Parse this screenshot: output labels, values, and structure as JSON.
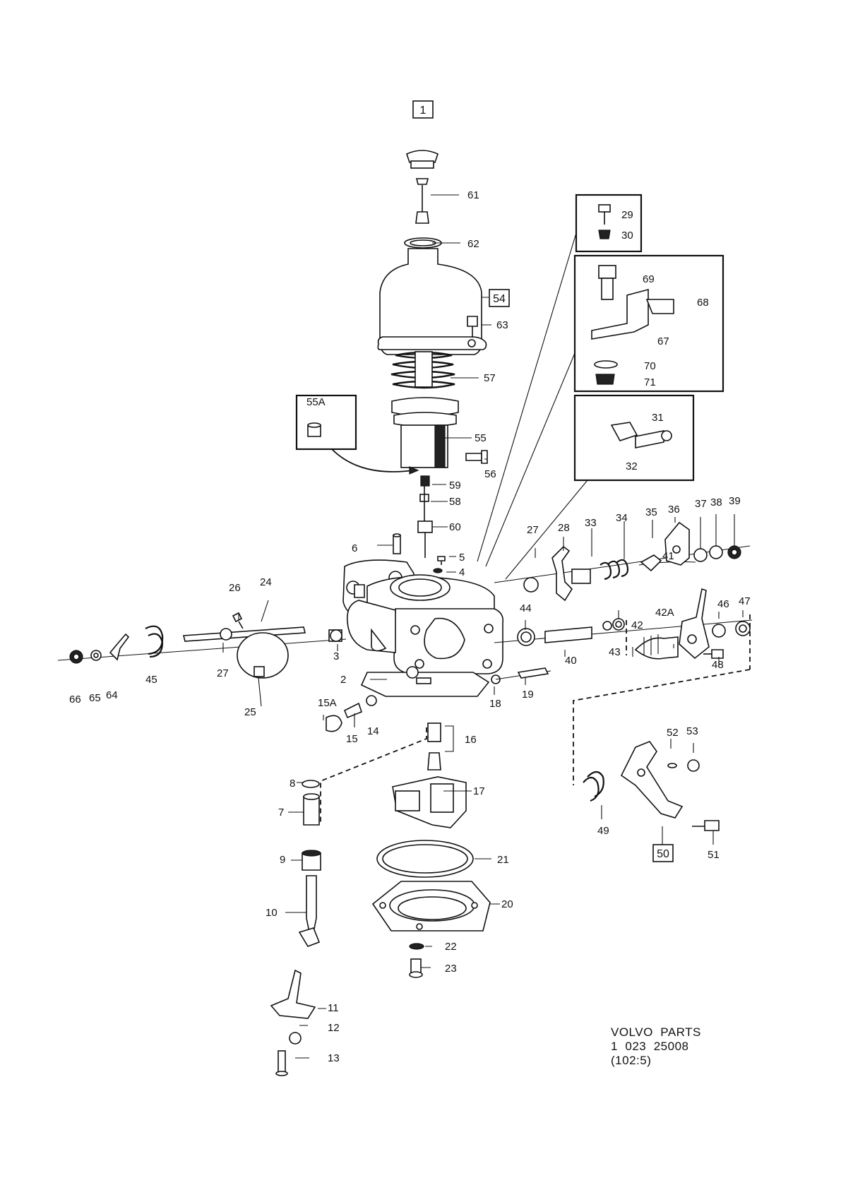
{
  "diagram": {
    "boxed_labels": {
      "main": "1",
      "cover": "54",
      "lever_assembly": "50"
    },
    "inset_labels": {
      "inset_a": [
        "29",
        "30"
      ],
      "inset_b": [
        "69",
        "68",
        "67",
        "70",
        "71"
      ],
      "inset_c": [
        "31",
        "32"
      ],
      "inset_d": [
        "55A"
      ]
    },
    "labels": {
      "l61": "61",
      "l62": "62",
      "l63": "63",
      "l57": "57",
      "l55": "55",
      "l56": "56",
      "l59": "59",
      "l58": "58",
      "l60": "60",
      "l6": "6",
      "l5": "5",
      "l4": "4",
      "l3": "3",
      "l2": "2",
      "l26": "26",
      "l24": "24",
      "l27a": "27",
      "l25": "25",
      "l45": "45",
      "l64": "64",
      "l65": "65",
      "l66": "66",
      "l15A": "15A",
      "l15": "15",
      "l14": "14",
      "l18": "18",
      "l19": "19",
      "l16": "16",
      "l17": "17",
      "l8": "8",
      "l7": "7",
      "l9": "9",
      "l10": "10",
      "l11": "11",
      "l12": "12",
      "l13": "13",
      "l21": "21",
      "l20": "20",
      "l22": "22",
      "l23": "23",
      "l27b": "27",
      "l28": "28",
      "l33": "33",
      "l34": "34",
      "l35": "35",
      "l36": "36",
      "l37": "37",
      "l38": "38",
      "l39": "39",
      "l41": "41",
      "l44": "44",
      "l40": "40",
      "l43": "43",
      "l42": "42",
      "l42A": "42A",
      "l46": "46",
      "l47": "47",
      "l48": "48",
      "l52": "52",
      "l53": "53",
      "l49": "49",
      "l51": "51"
    }
  },
  "footer": {
    "line1": "VOLVO  PARTS",
    "line2": "1  023  25008",
    "line3": "(102:5)"
  }
}
